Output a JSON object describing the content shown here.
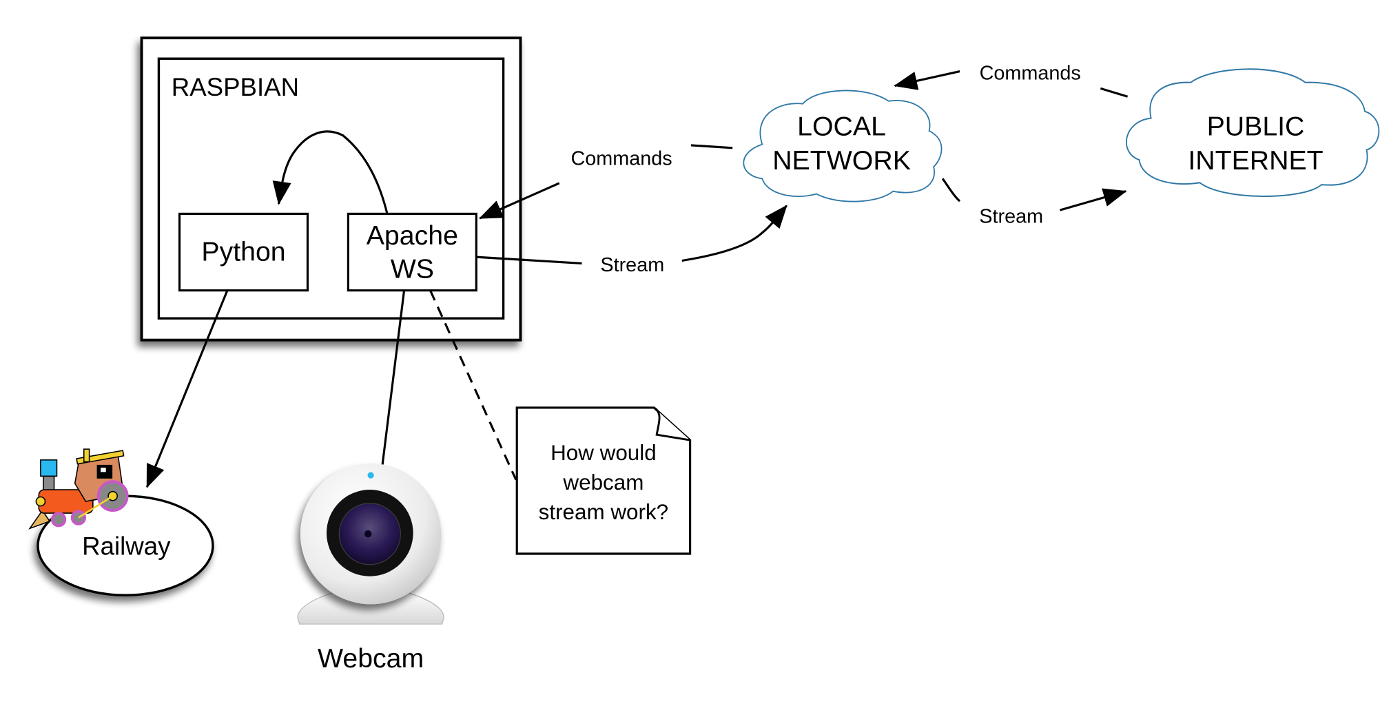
{
  "diagram": {
    "nodes": {
      "raspbian": {
        "label": "RASPBIAN"
      },
      "python": {
        "label": "Python"
      },
      "apache": {
        "label_line1": "Apache",
        "label_line2": "WS"
      },
      "local_network": {
        "label_line1": "LOCAL",
        "label_line2": "NETWORK"
      },
      "public_internet": {
        "label_line1": "PUBLIC",
        "label_line2": "INTERNET"
      },
      "railway": {
        "label": "Railway",
        "icon": "toy-train-icon"
      },
      "webcam": {
        "label": "Webcam",
        "icon": "webcam-icon"
      },
      "note": {
        "line1": "How would",
        "line2": "webcam",
        "line3": "stream work?"
      }
    },
    "edges": {
      "commands_local_to_apache": "Commands",
      "stream_apache_to_local": "Stream",
      "commands_internet_to_local": "Commands",
      "stream_local_to_internet": "Stream"
    },
    "colors": {
      "cloud_outline": "#2f78a6",
      "stroke": "#000000",
      "background": "#ffffff"
    }
  }
}
